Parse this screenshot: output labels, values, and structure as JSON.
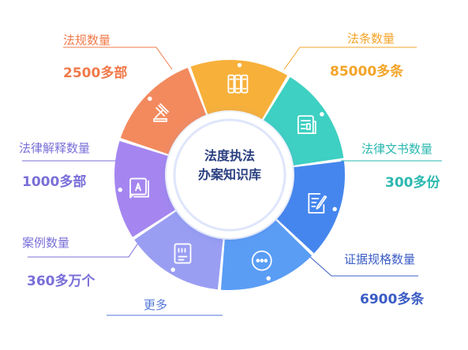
{
  "center": {
    "line1": "法度执法",
    "line2": "办案知识库"
  },
  "segments": [
    {
      "id": "regulations",
      "label": "法规数量",
      "value": "2500多部",
      "color": "#f38a5e",
      "icon": "gavel-icon"
    },
    {
      "id": "articles",
      "label": "法条数量",
      "value": "85000多条",
      "color": "#f7b03a",
      "icon": "books-icon"
    },
    {
      "id": "legal-docs",
      "label": "法律文书数量",
      "value": "300多份",
      "color": "#3ed0c2",
      "icon": "newspaper-icon"
    },
    {
      "id": "evidence",
      "label": "证据规格数量",
      "value": "6900多条",
      "color": "#4586ee",
      "icon": "document-edit-icon"
    },
    {
      "id": "more",
      "label": "更多",
      "value": "",
      "color": "#5a9df5",
      "icon": "more-icon"
    },
    {
      "id": "cases",
      "label": "案例数量",
      "value": "360多万个",
      "color": "#9a9ef2",
      "icon": "case-list-icon"
    },
    {
      "id": "interpretations",
      "label": "法律解释数量",
      "value": "1000多部",
      "color": "#a586f0",
      "icon": "interpretation-icon"
    }
  ],
  "label_colors": {
    "regulations": "#f07a4a",
    "articles": "#f3a428",
    "legal-docs": "#2bb8b0",
    "evidence": "#3a5cc5",
    "more": "#5277d8",
    "cases": "#7a6fd8",
    "interpretations": "#7a6fd8"
  }
}
